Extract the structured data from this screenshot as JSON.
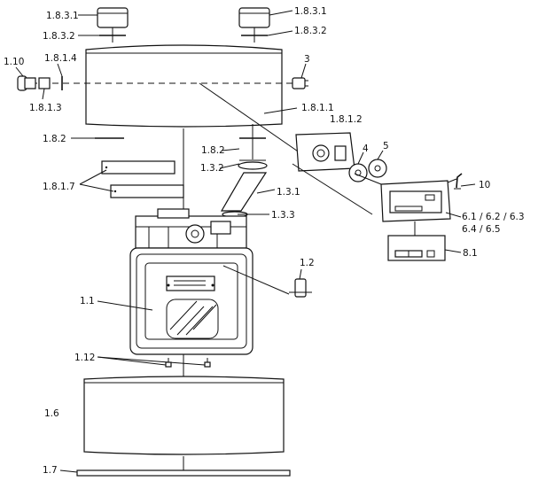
{
  "labels": {
    "l_1_8_3_1_a": "1.8.3.1",
    "l_1_8_3_1_b": "1.8.3.1",
    "l_1_8_3_2_a": "1.8.3.2",
    "l_1_8_3_2_b": "1.8.3.2",
    "l_1_10": "1.10",
    "l_1_8_1_4": "1.8.1.4",
    "l_1_8_1_3": "1.8.1.3",
    "l_3": "3",
    "l_1_8_1_1": "1.8.1.1",
    "l_1_8_1_2": "1.8.1.2",
    "l_1_8_2_a": "1.8.2",
    "l_1_8_2_b": "1.8.2",
    "l_1_3_2": "1.3.2",
    "l_4": "4",
    "l_5": "5",
    "l_1_8_1_7": "1.8.1.7",
    "l_1_3_1": "1.3.1",
    "l_10": "10",
    "l_6_1": "6.1  /  6.2  /  6.3",
    "l_6_4": "6.4  /  6.5",
    "l_1_3_3": "1.3.3",
    "l_8_1": "8.1",
    "l_1_2": "1.2",
    "l_1_1": "1.1",
    "l_1_12": "1.12",
    "l_1_6": "1.6",
    "l_1_7": "1.7"
  }
}
